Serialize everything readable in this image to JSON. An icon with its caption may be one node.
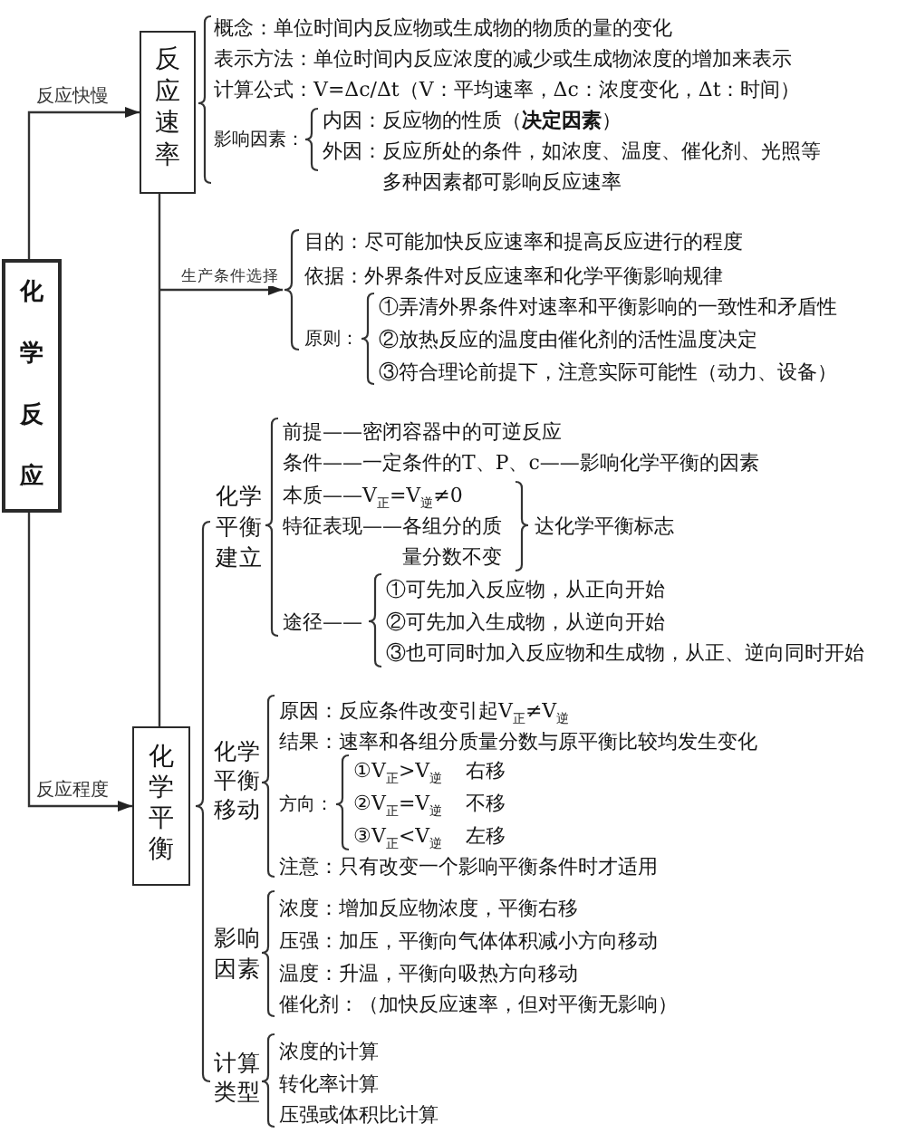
{
  "diagram": {
    "nodes": [
      {
        "text": [
          "化学反应"
        ]
      },
      {
        "text": [
          "反应速率"
        ]
      },
      {
        "text": [],
        "shape": "brace"
      },
      {
        "text": [
          "化学平衡"
        ]
      }
    ],
    "edges": [
      {
        "from": 0,
        "to": 1,
        "arrow": "to",
        "label": "反应快慢"
      },
      {
        "from": 0,
        "to": 3,
        "arrow": "to",
        "label": "反应程度"
      },
      {
        "from": 1,
        "to": 3,
        "arrow": "none"
      },
      {
        "from": null,
        "to": 2,
        "arrow": "to",
        "label": "生产条件选择"
      }
    ],
    "labels": [
      "概念：单位时间内反应物或生成物的物质的量的变化",
      "表示方法：单位时间内反应浓度的减少或生成物浓度的增加来表示",
      "计算公式：V=Δc/Δt（V：平均速率，Δc：浓度变化，Δt：时间）",
      "影响因素：",
      "内因：反应物的性质（**决定因素**）",
      "外因：反应所处的条件，如浓度、温度、催化剂、光照等多种因素都可影响反应速率",
      "目的：尽可能加快反应速率和提高反应进行的程度",
      "依据：外界条件对反应速率和化学平衡影响规律",
      "原则：",
      "①弄清外界条件对速率和平衡影响的一致性和矛盾性",
      "②放热反应的温度由催化剂的活性温度决定",
      "③符合理论前提下，注意实际可能性（动力、设备）",
      "化学平衡建立",
      "前提——密闭容器中的可逆反应",
      "条件——一定条件的T、P、c——影响化学平衡的因素",
      "本质——V$_{正}$=V$_{逆}$≠0",
      "特征表现——各组分的质量分数不变",
      "达化学平衡标志",
      "途径——",
      "①可先加入反应物，从正向开始",
      "②可先加入生成物，从逆向开始",
      "③也可同时加入反应物和生成物，从正、逆向同时开始",
      "化学平衡移动",
      "原因：反应条件改变引起V$_{正}$≠V$_{逆}$",
      "结果：速率和各组分质量分数与原平衡比较均发生变化",
      "方向：",
      "①V$_{正}$>V$_{逆}$",
      "右移",
      "②V$_{正}$=V$_{逆}$",
      "不移",
      "③V$_{正}$<V$_{逆}$",
      "左移",
      "注意：只有改变一个影响平衡条件时才适用",
      "影响因素",
      "浓度：增加反应物浓度，平衡右移",
      "压强：加压，平衡向气体体积减小方向移动",
      "温度：升温，平衡向吸热方向移动",
      "催化剂：（加快反应速率，但对平衡无影响）",
      "计算类型",
      "浓度的计算",
      "转化率计算",
      "压强或体积比计算"
    ]
  }
}
